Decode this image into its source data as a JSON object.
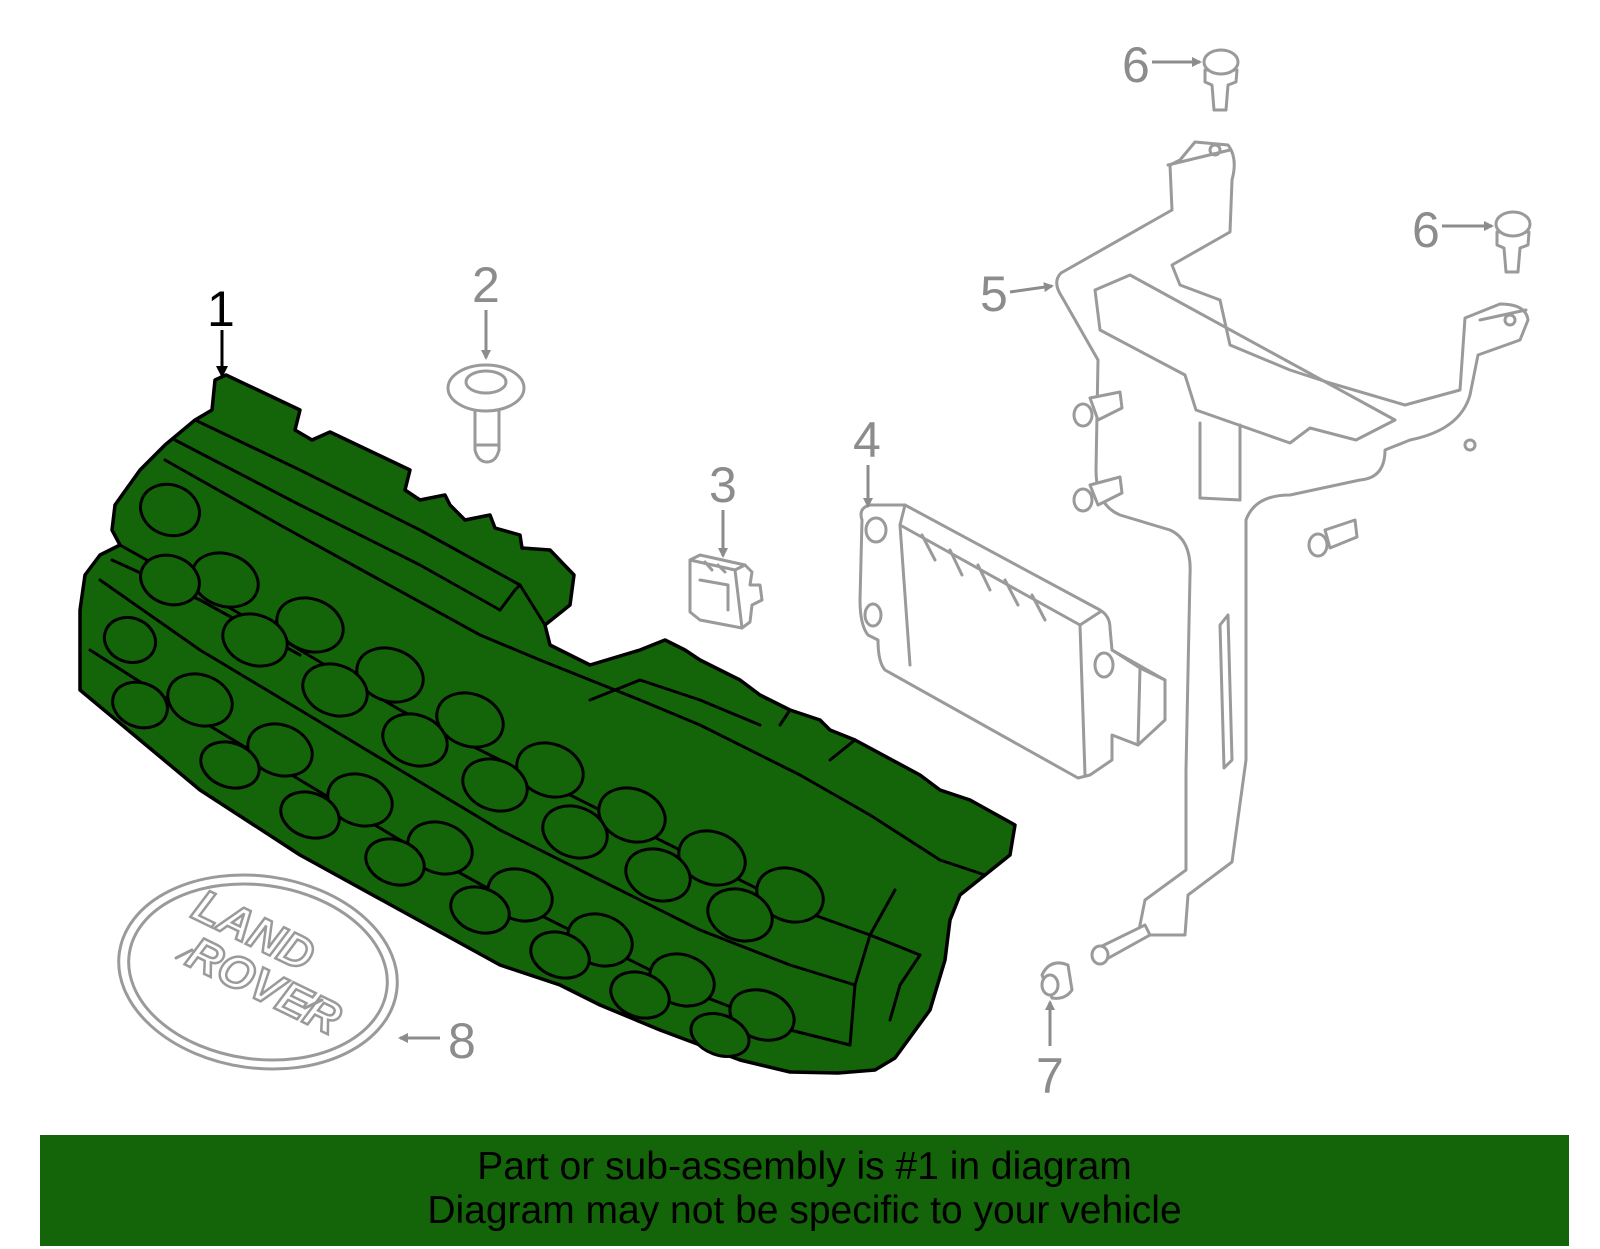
{
  "diagram": {
    "callouts": {
      "c1": "1",
      "c2": "2",
      "c3": "3",
      "c4": "4",
      "c5": "5",
      "c6a": "6",
      "c6b": "6",
      "c7": "7",
      "c8": "8"
    },
    "badge": {
      "line1": "LAND",
      "line2": "ROVER"
    },
    "highlight_color": "#146409"
  },
  "banner": {
    "line1": "Part or sub-assembly is #1 in diagram",
    "line2": "Diagram may not be specific to your vehicle"
  }
}
